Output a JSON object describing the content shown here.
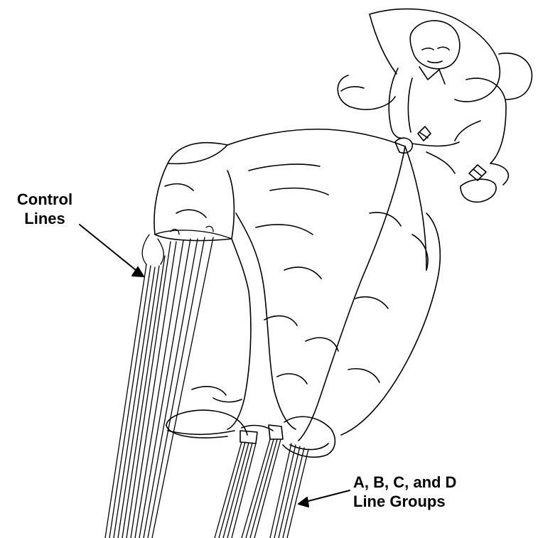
{
  "labels": {
    "control_lines": {
      "line1": "Control",
      "line2": "Lines"
    },
    "line_groups": {
      "line1": "A, B, C, and D",
      "line2": "Line Groups"
    }
  },
  "colors": {
    "ink": "#000000",
    "background": "#ffffff"
  },
  "parts": [
    "jumper",
    "parachute-canopy",
    "control-lines",
    "suspension-line-groups"
  ]
}
